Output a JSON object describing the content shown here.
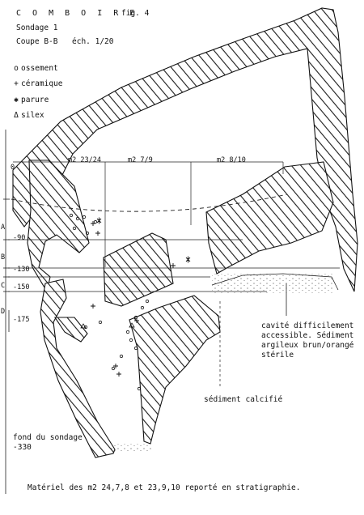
{
  "header": {
    "site": "C O M B O I R E",
    "figure": "fig. 4",
    "sondage": "Sondage 1",
    "coupe": "Coupe B-B",
    "scale": "éch. 1/20"
  },
  "legend": [
    {
      "symbol": "o",
      "label": "ossement"
    },
    {
      "symbol": "+",
      "label": "céramique"
    },
    {
      "symbol": "✱",
      "label": "parure"
    },
    {
      "symbol": "Δ",
      "label": "silex"
    }
  ],
  "grid": {
    "columns": [
      "m2 23/24",
      "m2 7/9",
      "m2 8/10"
    ],
    "zero": "0"
  },
  "depths": [
    {
      "label": "-90"
    },
    {
      "label": "-130"
    },
    {
      "label": "-150"
    },
    {
      "label": "-175"
    }
  ],
  "layers": [
    "A",
    "B",
    "C",
    "D"
  ],
  "annotations": {
    "cavite": "cavité difficilement accessible. Sédiment argileux brun/orangé stérile",
    "calcifie": "sédiment calcifié",
    "fond_line1": "fond du sondage",
    "fond_line2": "-330",
    "caption": "Matériel des m2 24,7,8 et 23,9,10 reporté en stratigraphie."
  }
}
